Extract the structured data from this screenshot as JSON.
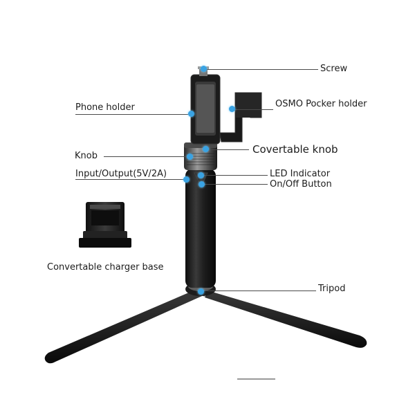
{
  "labels": {
    "screw": "Screw",
    "phone_holder": "Phone holder",
    "osmo_holder": "OSMO Pocker holder",
    "knob": "Knob",
    "convertable_knob": "Covertable knob",
    "input_output": "Input/Output(5V/2A)",
    "led_indicator": "LED Indicator",
    "on_off_button": "On/Off Button",
    "charger_base": "Convertable charger base",
    "tripod": "Tripod"
  },
  "colors": {
    "callout_dot": "#3aa3e3",
    "product_body": "#1b1b1b",
    "leader_line": "#4a4a4a"
  }
}
